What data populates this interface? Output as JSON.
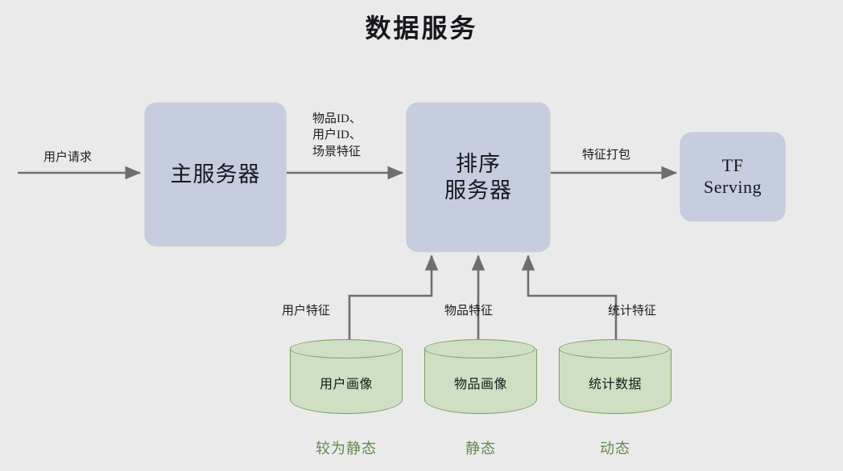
{
  "title": "数据服务",
  "background_color": "#ebeaea",
  "palette": {
    "box_fill": "#c6cddf",
    "cylinder_fill": "#cfdfc4",
    "cylinder_stroke": "#7ba05b",
    "caption_text": "#5f8a4e",
    "edge_stroke": "#6e6e6e",
    "text": "#16181c"
  },
  "nodes": {
    "main_server": "主服务器",
    "rank_server": "排序\n服务器",
    "tf_serving": "TF\nServing"
  },
  "edge_labels": {
    "user_request": "用户请求",
    "ids_and_scene": "物品ID、\n用户ID、\n场景特征",
    "feature_packing": "特征打包",
    "user_feature": "用户特征",
    "item_feature": "物品特征",
    "statistic_feature": "统计特征"
  },
  "datastores": [
    {
      "name": "用户画像",
      "caption": "较为静态"
    },
    {
      "name": "物品画像",
      "caption": "静态"
    },
    {
      "name": "统计数据",
      "caption": "动态"
    }
  ]
}
